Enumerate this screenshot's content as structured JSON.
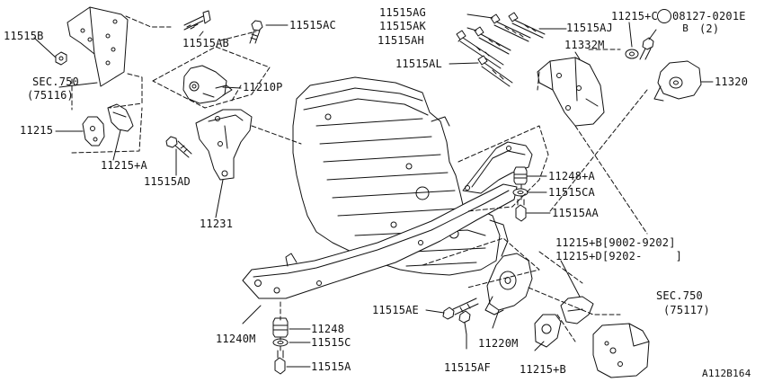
{
  "diagram": {
    "drawing_code": "A112B164",
    "callouts": {
      "c_11515B": "11515B",
      "c_11515AB": "11515AB",
      "c_11515AC": "11515AC",
      "c_sec750_upper": "SEC.750",
      "c_sec750_upper_ref": "(75116)",
      "c_11210P": "11210P",
      "c_11215": "11215",
      "c_11215A": "11215+A",
      "c_11515AD": "11515AD",
      "c_11231": "11231",
      "c_11515AG": "11515AG",
      "c_11515AK": "11515AK",
      "c_11515AH": "11515AH",
      "c_11515AJ": "11515AJ",
      "c_11332M": "11332M",
      "c_11515AL": "11515AL",
      "c_11215C": "11215+C",
      "c_bolt_circle": "B",
      "c_bolt_number": "08127-0201E",
      "c_bolt_qty": "(2)",
      "c_11320": "11320",
      "c_11248A": "11248+A",
      "c_11515CA": "11515CA",
      "c_11515AA": "11515AA",
      "c_11215B_range": "11215+B[9002-9202]",
      "c_11215D_range": "11215+D[9202-     ]",
      "c_sec750_lower": "SEC.750",
      "c_sec750_lower_ref": "(75117)",
      "c_11515AE": "11515AE",
      "c_11220M": "11220M",
      "c_11515AF": "11515AF",
      "c_11215B": "11215+B",
      "c_11240M": "11240M",
      "c_11248": "11248",
      "c_11515C": "11515C",
      "c_11515A": "11515A"
    }
  }
}
